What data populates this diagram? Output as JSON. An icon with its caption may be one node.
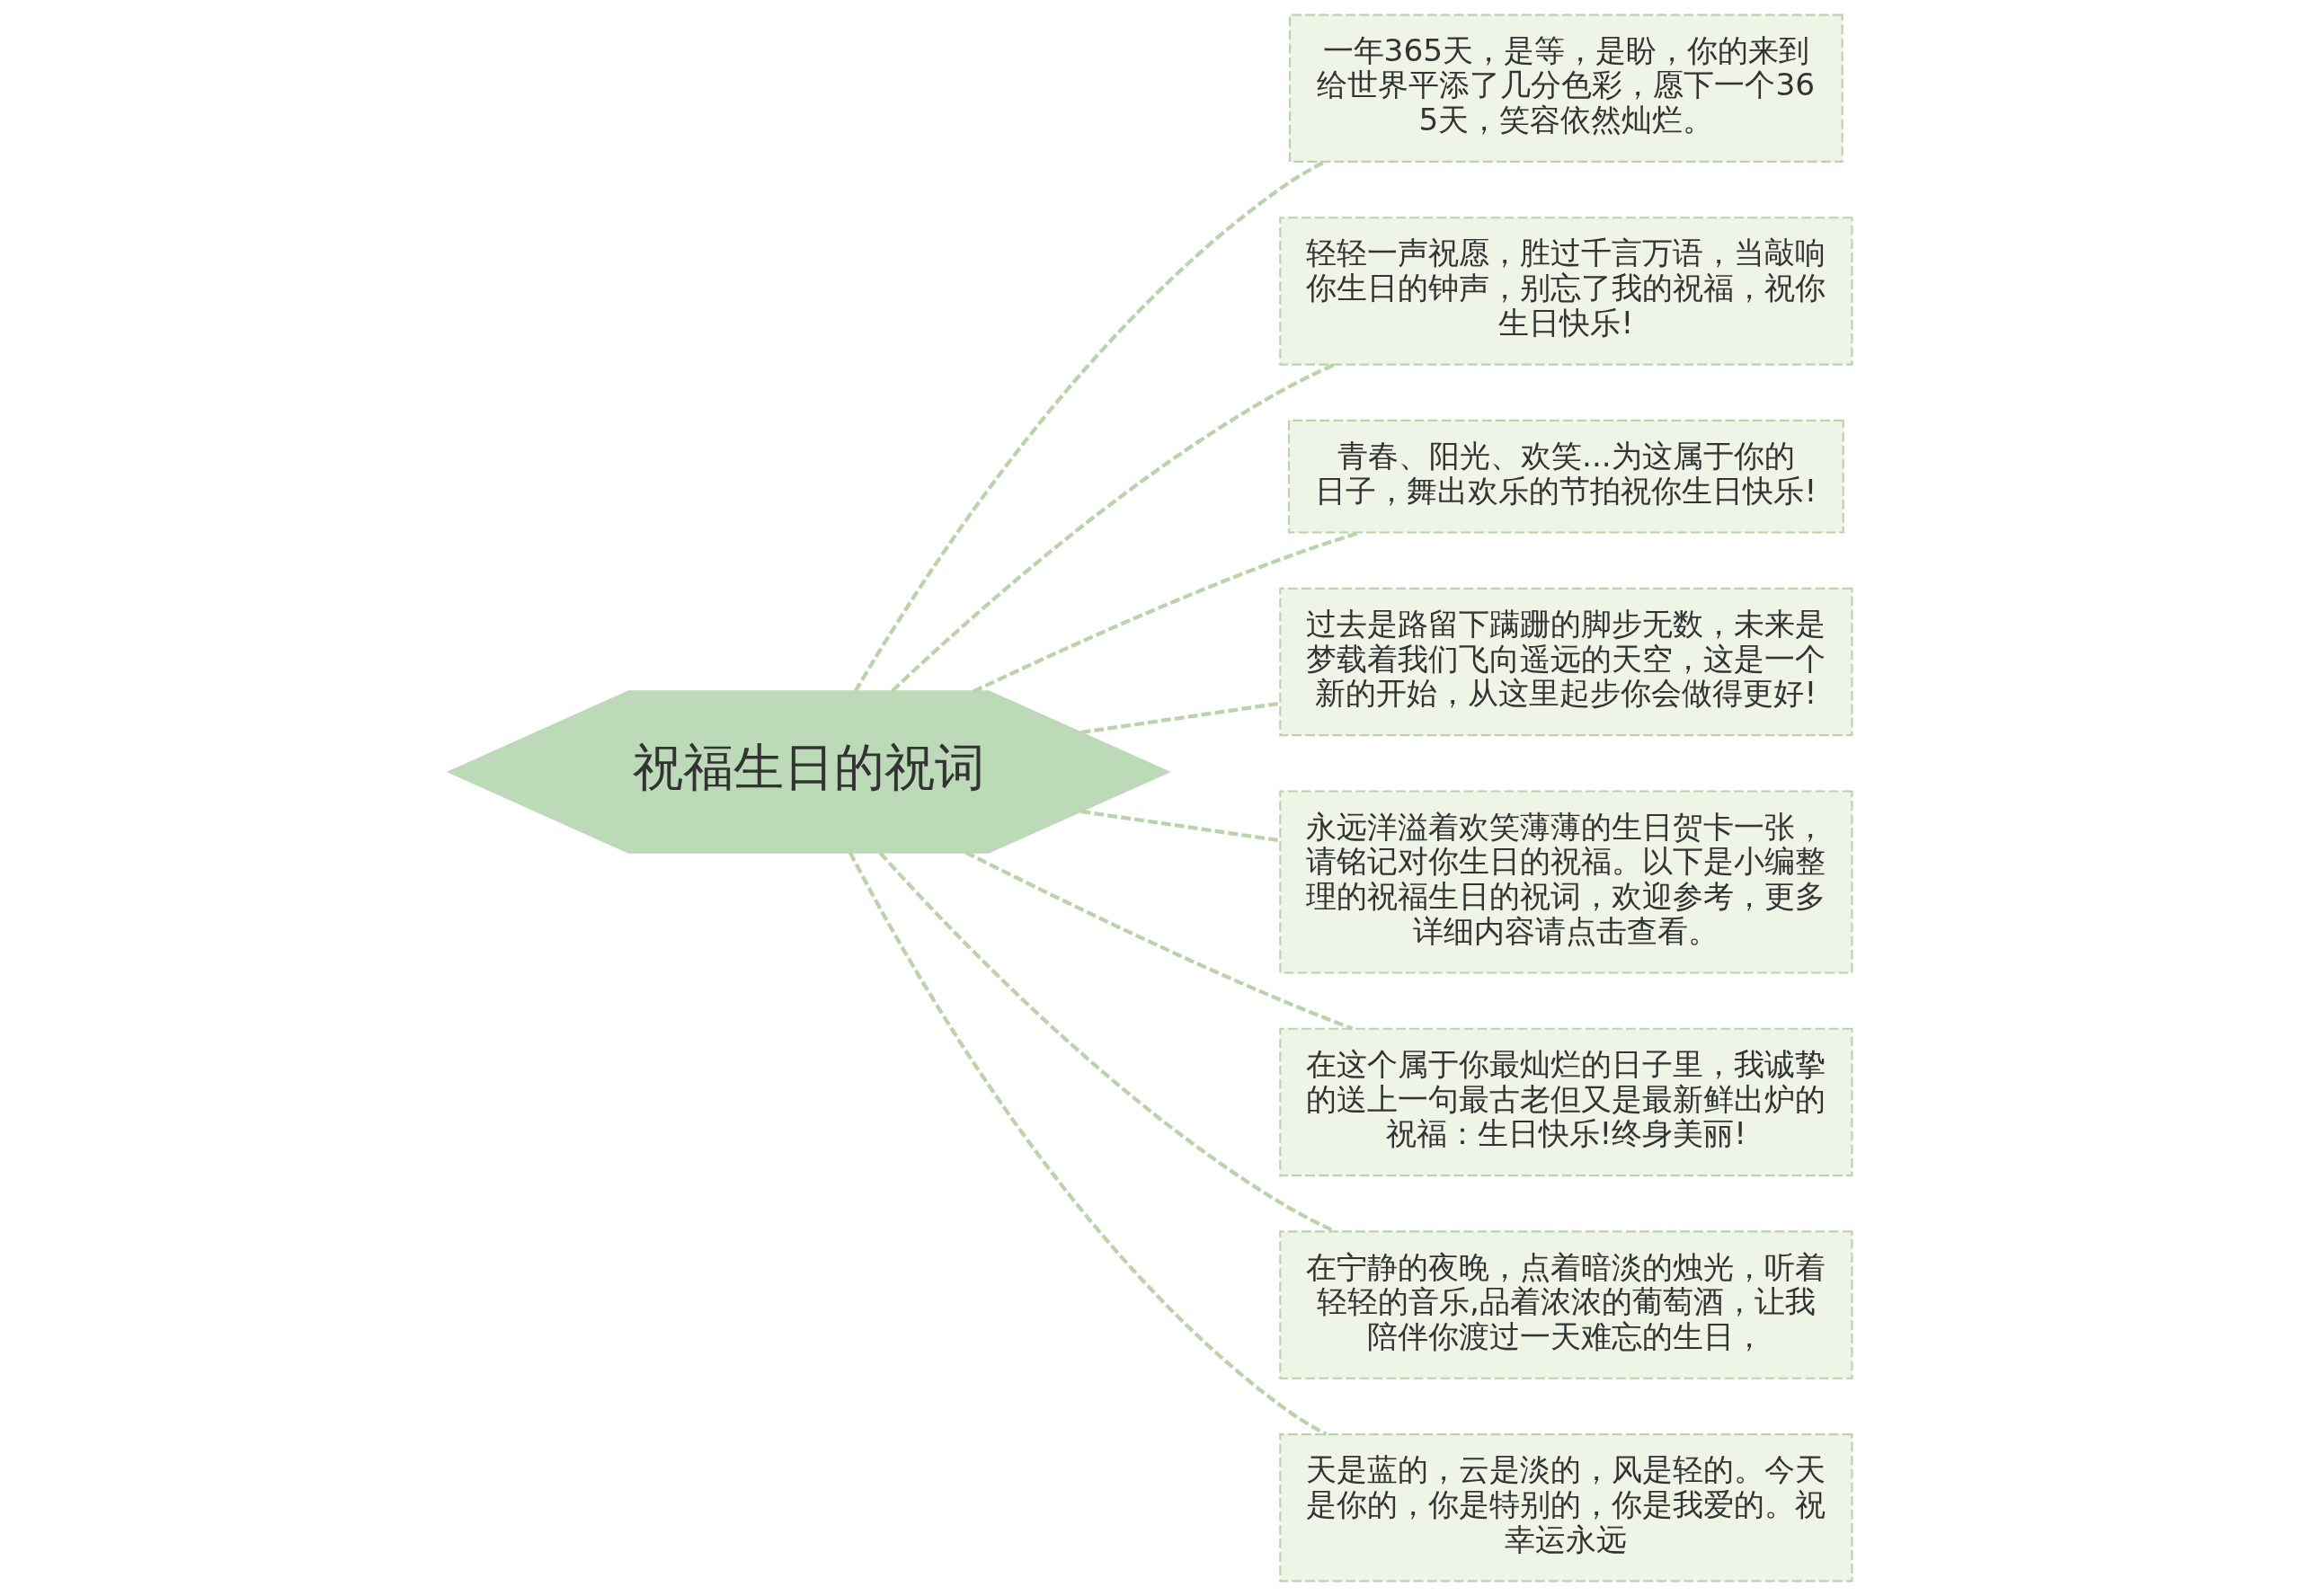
{
  "diagram": {
    "nodes": [
      {
        "text": [
          "祝福生日的祝词"
        ]
      },
      {
        "text": [
          "一年365天，是等，是盼，你的来到给世界平添了几分色彩，愿下一个365天，笑容依然灿烂。"
        ]
      },
      {
        "text": [
          "轻轻一声祝愿，胜过千言万语，当敲响你生日的钟声，别忘了我的祝福，祝你生日快乐!"
        ]
      },
      {
        "text": [
          "青春、阳光、欢笑...为这属于你的日子，舞出欢乐的节拍祝你生日快乐!"
        ]
      },
      {
        "text": [
          "过去是路留下蹒跚的脚步无数，未来是梦载着我们飞向遥远的天空，这是一个新的开始，从这里起步你会做得更好!"
        ]
      },
      {
        "text": [
          "永远洋溢着欢笑薄薄的生日贺卡一张，请铭记对你生日的祝福。以下是小编整理的祝福生日的祝词，欢迎参考，更多详细内容请点击查看。"
        ]
      },
      {
        "text": [
          "在这个属于你最灿烂的日子里，我诚挚的送上一句最古老但又是最新鲜出炉的祝福：生日快乐!终身美丽!"
        ]
      },
      {
        "text": [
          "在宁静的夜晚，点着暗淡的烛光，听着轻轻的音乐,品着浓浓的葡萄酒，让我陪伴你渡过一天难忘的生日，"
        ]
      },
      {
        "text": [
          "天是蓝的，云是淡的，风是轻的。今天是你的，你是特别的，你是我爱的。祝幸运永远"
        ]
      }
    ],
    "edges": [
      {
        "from": 0,
        "to": 1,
        "arrow": "none"
      },
      {
        "from": 0,
        "to": 2,
        "arrow": "none"
      },
      {
        "from": 0,
        "to": 3,
        "arrow": "none"
      },
      {
        "from": 0,
        "to": 4,
        "arrow": "none"
      },
      {
        "from": 0,
        "to": 5,
        "arrow": "none"
      },
      {
        "from": 0,
        "to": 6,
        "arrow": "none"
      },
      {
        "from": 0,
        "to": 7,
        "arrow": "none"
      },
      {
        "from": 0,
        "to": 8,
        "arrow": "none"
      }
    ]
  }
}
